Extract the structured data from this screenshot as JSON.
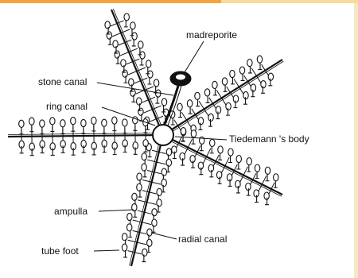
{
  "labels": {
    "madreporite": "madreporite",
    "stone_canal": "stone canal",
    "ring_canal": "ring canal",
    "tiedemann": "Tiedemann 's body",
    "ampulla": "ampulla",
    "radial_canal": "radial canal",
    "tube_foot": "tube foot"
  },
  "colors": {
    "accent_bar": "#f2a33a",
    "accent_bar_light": "#f7dc9a",
    "ink": "#111111"
  }
}
